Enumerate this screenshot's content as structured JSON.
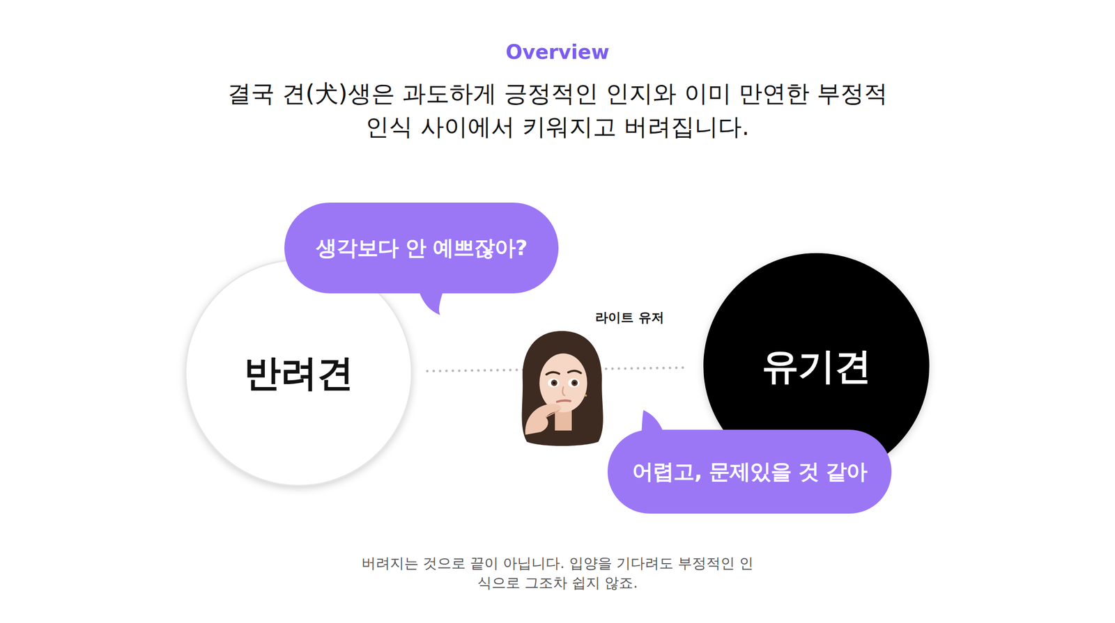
{
  "diagram": {
    "title": "결국 견(犬)생은 과도하게 긍정적인 인지와 이미 만연한 부정적 인식 사이에서 키워지고 버려집니다.",
    "caption": "버려지는 것으로 끝이 아닙니다. 입양을 기다려도 부정적인 인식으로 그조차 쉽지 않죠.",
    "nodes": [
      {
        "text": [
          "반려견"
        ]
      },
      {
        "text": [
          "생각보다 안 예쁘잖아?"
        ]
      },
      {
        "text": [
          "유기견"
        ]
      },
      {
        "text": [
          "어렵고, 문제있을 것 같아"
        ]
      }
    ],
    "edges": [
      {
        "from": 0,
        "to": 2,
        "arrow": "none"
      }
    ],
    "labels": [
      "Overview",
      "라이트 유저"
    ]
  }
}
